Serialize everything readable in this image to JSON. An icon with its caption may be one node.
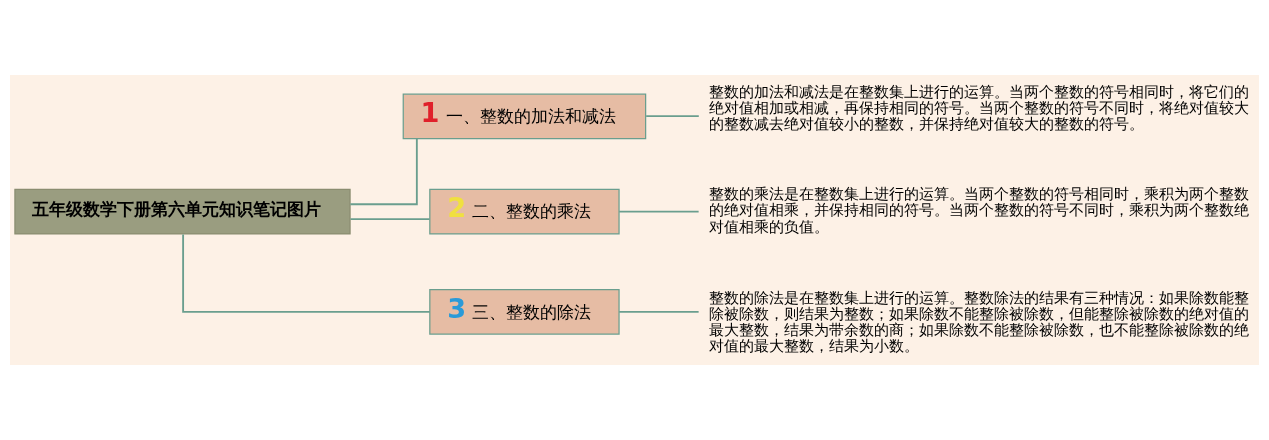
{
  "diagram": {
    "nodes": [
      {
        "text": [
          "五年级数学下册第六单元知识笔记图片"
        ]
      },
      {
        "text": [
          "1",
          "一、整数的加法和减法"
        ]
      },
      {
        "text": [
          "整数的加法和减法是在整数集上进行的运算。当两个整数的符号相同时，将它们的绝对值相加或相减，再保持相同的符号。当两个整数的符号不同时，将绝对值较大的整数减去绝对值较小的整数，并保持绝对值较大的整数的符号。"
        ]
      },
      {
        "text": [
          "2",
          "二、整数的乘法"
        ]
      },
      {
        "text": [
          "整数的乘法是在整数集上进行的运算。当两个整数的符号相同时，乘积为两个整数的绝对值相乘，并保持相同的符号。当两个整数的符号不同时，乘积为两个整数绝对值相乘的负值。"
        ]
      },
      {
        "text": [
          "3",
          "三、整数的除法"
        ]
      },
      {
        "text": [
          "整数的除法是在整数集上进行的运算。整数除法的结果有三种情况：如果除数能整除被除数，则结果为整数；如果除数不能整除被除数，但能整除被除数的绝对值的最大整数，结果为带余数的商；如果除数不能整除被除数，也不能整除被除数的绝对值的最大整数，结果为小数。"
        ]
      }
    ],
    "edges": [
      {
        "from": 0,
        "to": 1,
        "arrow": "none"
      },
      {
        "from": 1,
        "to": 2,
        "arrow": "none"
      },
      {
        "from": 0,
        "to": 3,
        "arrow": "none"
      },
      {
        "from": 3,
        "to": 4,
        "arrow": "none"
      },
      {
        "from": 0,
        "to": 5,
        "arrow": "none"
      },
      {
        "from": 5,
        "to": 6,
        "arrow": "none"
      }
    ]
  }
}
